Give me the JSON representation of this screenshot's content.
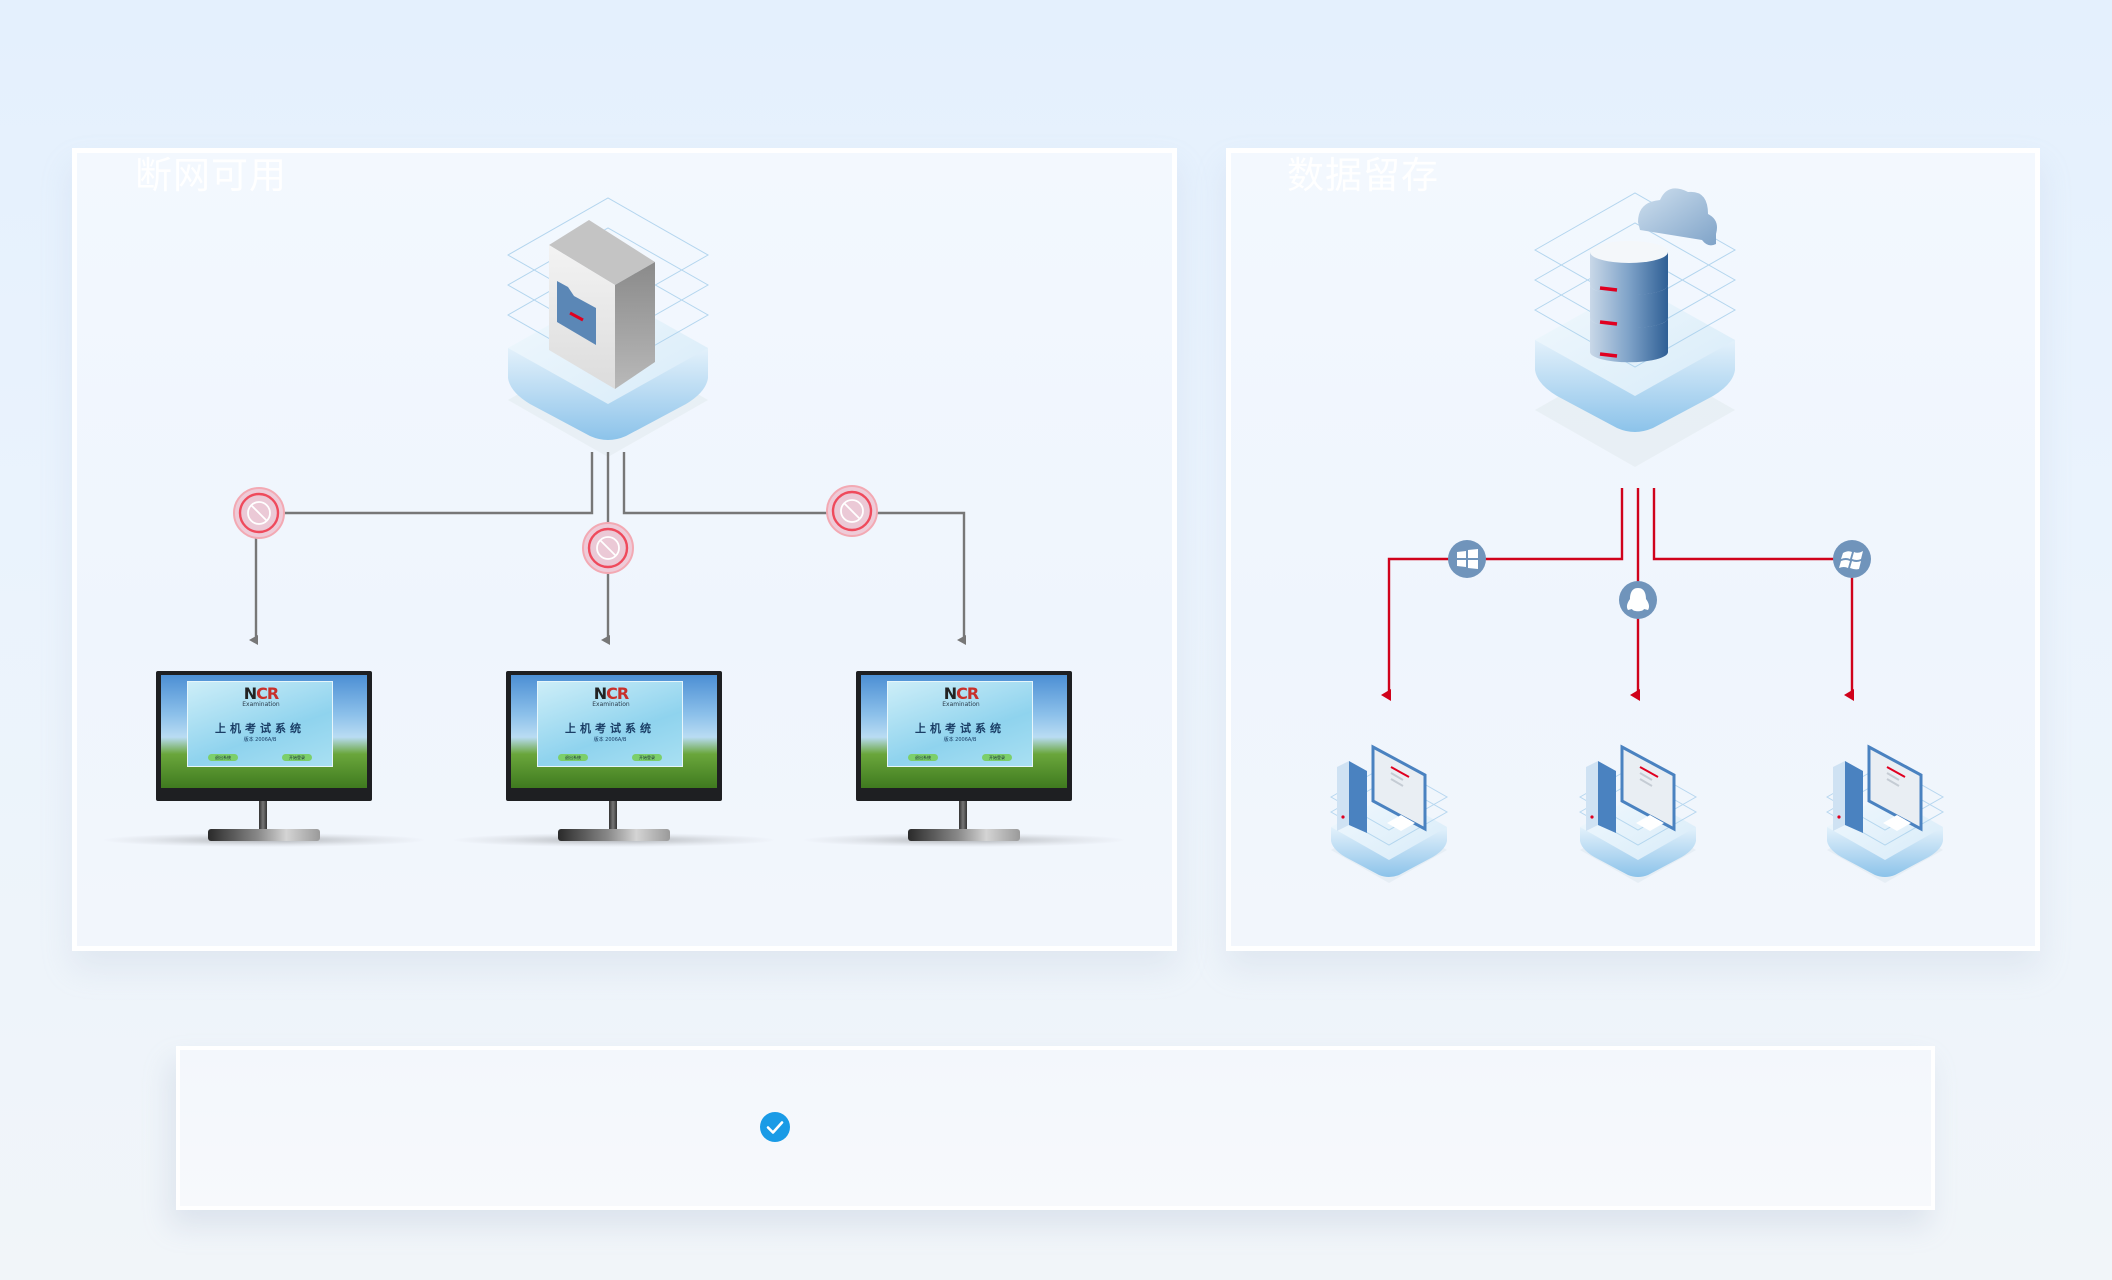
{
  "left_panel": {
    "title": "断网可用",
    "server_icon": "file-server-icon",
    "status_icon": "disconnected-icon",
    "line_color": "#777777",
    "badge_color": "#f05060",
    "monitors": [
      {
        "logo_text": "NCR",
        "logo_sub": "Examination",
        "screen_title": "上机考试系统",
        "screen_version": "版本 2006A/B",
        "buttons": [
          "退出系统",
          "开始登录"
        ]
      },
      {
        "logo_text": "NCR",
        "logo_sub": "Examination",
        "screen_title": "上机考试系统",
        "screen_version": "版本 2006A/B",
        "buttons": [
          "退出系统",
          "开始登录"
        ]
      },
      {
        "logo_text": "NCR",
        "logo_sub": "Examination",
        "screen_title": "上机考试系统",
        "screen_version": "版本 2006A/B",
        "buttons": [
          "退出系统",
          "开始登录"
        ]
      }
    ]
  },
  "right_panel": {
    "title": "数据留存",
    "storage_icon": "cloud-database-icon",
    "line_color": "#d0021b",
    "os_icon_color": "#7094bb",
    "os_icons": [
      "windows-icon",
      "qq-penguin-icon",
      "windows-xp-icon"
    ],
    "clients": [
      "desktop-computer-icon",
      "desktop-computer-icon",
      "desktop-computer-icon"
    ]
  },
  "bottom_bar": {
    "check_icon": "check-circle-icon",
    "check_color": "#1a9be6"
  }
}
